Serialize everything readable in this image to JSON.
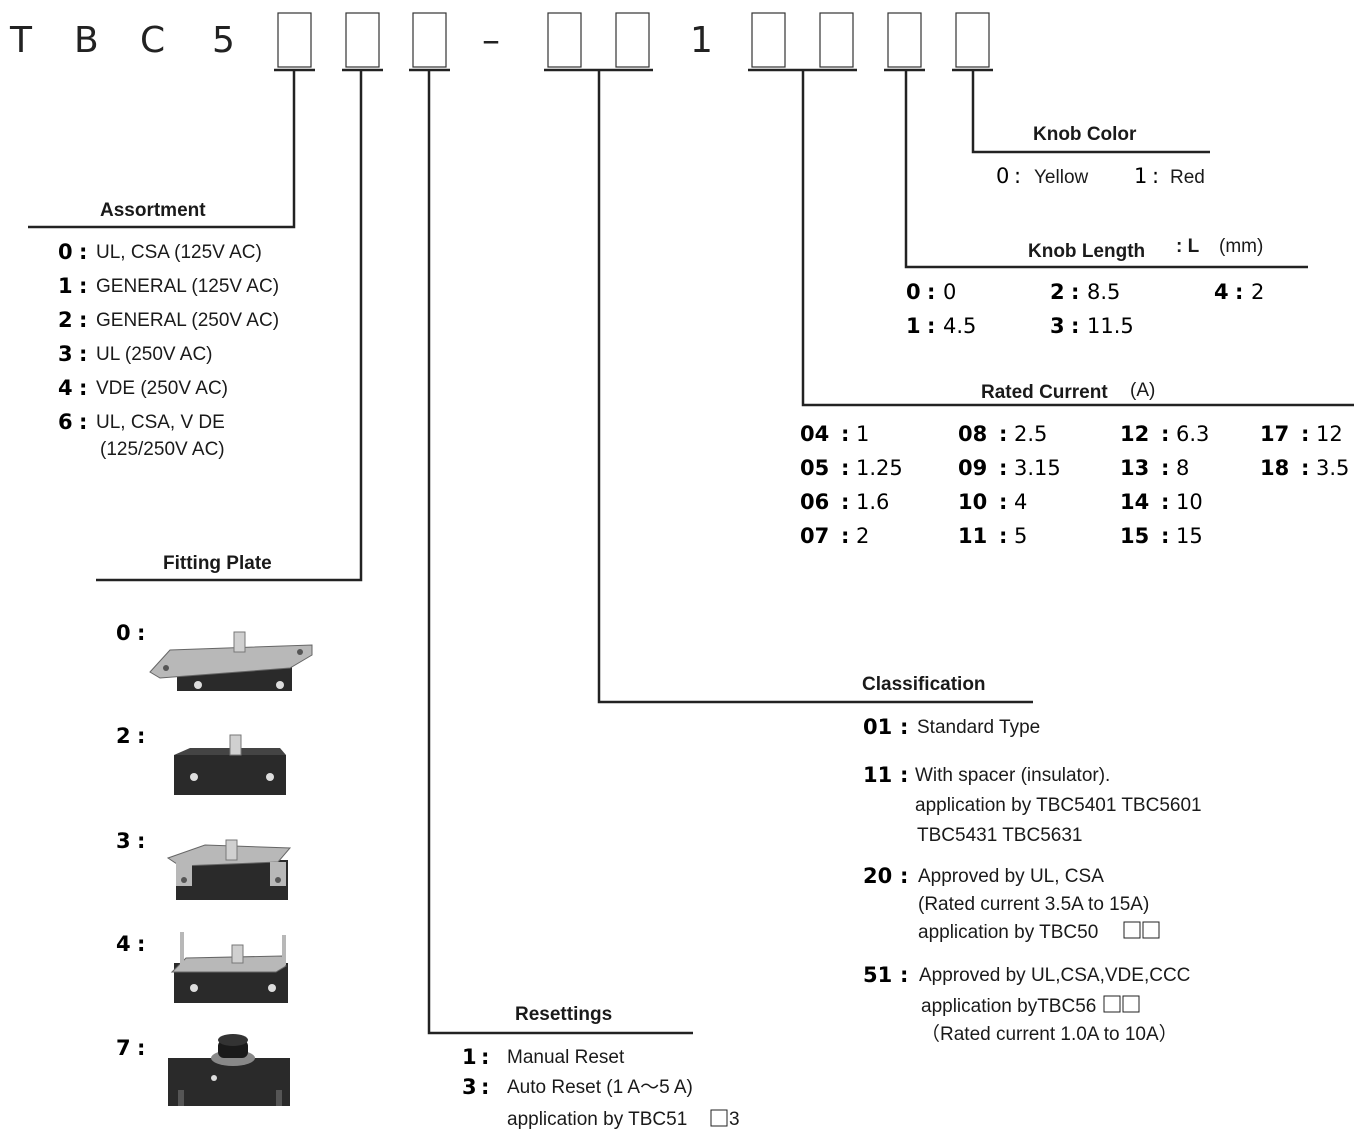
{
  "part_number": {
    "prefix": [
      "T",
      "B",
      "C",
      "5"
    ],
    "dash": "–",
    "fixed_digit": "1"
  },
  "knob_color": {
    "title": "Knob Color",
    "options": [
      {
        "code": "0",
        "sep": ":",
        "label": "Yellow"
      },
      {
        "code": "1",
        "sep": ":",
        "label": "Red"
      }
    ]
  },
  "knob_length": {
    "title": "Knob Length",
    "unit_symbol": ": L",
    "unit": "(mm)",
    "options": [
      {
        "code": "0",
        "sep": ":",
        "value": "0"
      },
      {
        "code": "2",
        "sep": ":",
        "value": "8.5"
      },
      {
        "code": "4",
        "sep": ":",
        "value": "2"
      },
      {
        "code": "1",
        "sep": ":",
        "value": "4.5"
      },
      {
        "code": "3",
        "sep": ":",
        "value": "11.5"
      }
    ]
  },
  "rated_current": {
    "title": "Rated Current",
    "unit": "(A)",
    "options": [
      {
        "code": "04",
        "sep": ":",
        "value": "1"
      },
      {
        "code": "05",
        "sep": ":",
        "value": "1.25"
      },
      {
        "code": "06",
        "sep": ":",
        "value": "1.6"
      },
      {
        "code": "07",
        "sep": ":",
        "value": "2"
      },
      {
        "code": "08",
        "sep": ":",
        "value": "2.5"
      },
      {
        "code": "09",
        "sep": ":",
        "value": "3.15"
      },
      {
        "code": "10",
        "sep": ":",
        "value": "4"
      },
      {
        "code": "11",
        "sep": ":",
        "value": "5"
      },
      {
        "code": "12",
        "sep": ":",
        "value": "6.3"
      },
      {
        "code": "13",
        "sep": ":",
        "value": "8"
      },
      {
        "code": "14",
        "sep": ":",
        "value": "10"
      },
      {
        "code": "15",
        "sep": ":",
        "value": "15"
      },
      {
        "code": "17",
        "sep": ":",
        "value": "12"
      },
      {
        "code": "18",
        "sep": ":",
        "value": "3.5"
      }
    ]
  },
  "assortment": {
    "title": "Assortment",
    "options": [
      {
        "code": "0",
        "sep": ":",
        "label": "UL, CSA (125V AC)"
      },
      {
        "code": "1",
        "sep": ":",
        "label": "GENERAL (125V AC)"
      },
      {
        "code": "2",
        "sep": ":",
        "label": "GENERAL (250V AC)"
      },
      {
        "code": "3",
        "sep": ":",
        "label": "UL (250V AC)"
      },
      {
        "code": "4",
        "sep": ":",
        "label": "VDE (250V AC)"
      },
      {
        "code": "6",
        "sep": ":",
        "label": "UL, CSA, V DE",
        "label2": "(125/250V AC)"
      }
    ]
  },
  "fitting_plate": {
    "title": "Fitting Plate",
    "options": [
      {
        "code": "0",
        "sep": ":",
        "image": "fitting-plate-0-photo"
      },
      {
        "code": "2",
        "sep": ":",
        "image": "fitting-plate-2-photo"
      },
      {
        "code": "3",
        "sep": ":",
        "image": "fitting-plate-3-photo"
      },
      {
        "code": "4",
        "sep": ":",
        "image": "fitting-plate-4-photo"
      },
      {
        "code": "7",
        "sep": ":",
        "image": "fitting-plate-7-photo"
      }
    ]
  },
  "classification": {
    "title": "Classification",
    "options": [
      {
        "code": "01",
        "sep": ":",
        "lines": [
          "Standard Type"
        ]
      },
      {
        "code": "11",
        "sep": ":",
        "lines": [
          "With spacer (insulator).",
          "application by TBC5401 TBC5601",
          "TBC5431 TBC5631"
        ]
      },
      {
        "code": "20",
        "sep": ":",
        "lines": [
          "Approved by UL, CSA",
          "(Rated current 3.5A to 15A)",
          "application by TBC50"
        ]
      },
      {
        "code": "51",
        "sep": ":",
        "lines": [
          "Approved by UL,CSA,VDE,CCC",
          "application byTBC56",
          "（Rated current 1.0A to 10A）"
        ]
      }
    ]
  },
  "resettings": {
    "title": "Resettings",
    "options": [
      {
        "code": "1",
        "sep": ":",
        "lines": [
          "Manual Reset"
        ]
      },
      {
        "code": "3",
        "sep": ":",
        "lines": [
          "Auto Reset (1 A～5 A)",
          "application by TBC51",
          "3"
        ]
      }
    ]
  },
  "colors": {
    "ink": "#1a1a1a",
    "photo_body": "#2a2a2a",
    "photo_metal": "#b8b8b8"
  }
}
